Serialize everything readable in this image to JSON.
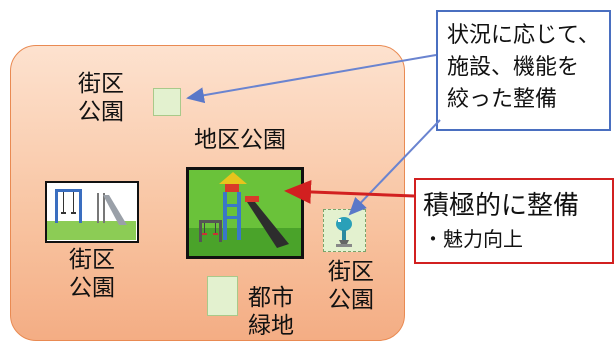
{
  "parks": {
    "top_left": {
      "line1": "街区",
      "line2": "公園"
    },
    "center": {
      "label": "地区公園"
    },
    "bottom_left": {
      "line1": "街区",
      "line2": "公園"
    },
    "bottom_center": {
      "line1": "都市",
      "line2": "緑地"
    },
    "right": {
      "line1": "街区",
      "line2": "公園"
    }
  },
  "callouts": {
    "blue": {
      "lines": [
        "状況に応じて、",
        "施設、機能を",
        "絞った整備"
      ],
      "color": "#4a6fc0"
    },
    "red": {
      "title": "積極的に整備",
      "bullet": "・魅力向上",
      "color": "#d22020"
    }
  },
  "icons": {
    "center_image": "playground-slide-icon",
    "left_image": "swing-slide-icon",
    "right_image": "spring-rider-icon"
  }
}
